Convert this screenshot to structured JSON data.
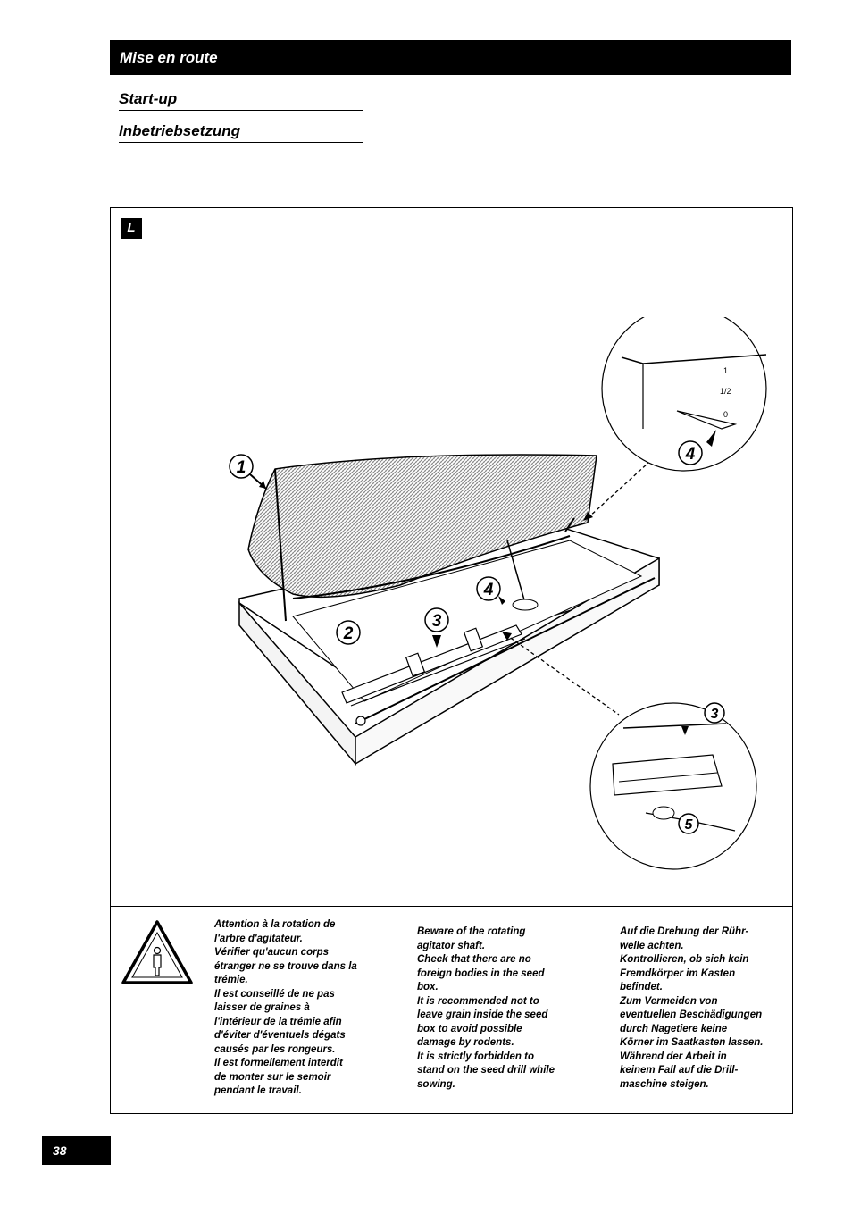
{
  "header": {
    "title": "Mise en route",
    "subtitle_en": "Start-up",
    "subtitle_de": "Inbetriebsetzung"
  },
  "section": {
    "tag": "L"
  },
  "figure": {
    "callouts": [
      "1",
      "2",
      "3",
      "4",
      "4",
      "3",
      "5"
    ],
    "scale_labels": [
      "1",
      "1/2",
      "0"
    ]
  },
  "warning": {
    "fr": [
      "Attention à la rotation de",
      "l'arbre d'agitateur.",
      "Vérifier qu'aucun corps",
      "étranger ne se trouve dans la",
      "trémie.",
      "Il est conseillé de ne pas",
      "laisser de graines à",
      "l'intérieur de la trémie afin",
      "d'éviter d'éventuels dégats",
      "causés par les rongeurs.",
      "Il est formellement interdit",
      "de monter sur le semoir",
      "pendant le travail."
    ],
    "en": [
      "Beware of the rotating",
      "agitator shaft.",
      "Check that there are no",
      "foreign bodies in the seed",
      "box.",
      "It is recommended not to",
      "leave grain inside the seed",
      "box to avoid possible",
      "damage by rodents.",
      "It is strictly forbidden to",
      "stand on the seed drill while",
      "sowing."
    ],
    "de": [
      "Auf die Drehung der Rühr-",
      "welle achten.",
      "Kontrollieren, ob sich kein",
      "Fremdkörper im Kasten",
      "befindet.",
      "Zum Vermeiden von",
      "eventuellen Beschädigungen",
      "durch Nagetiere keine",
      "Körner im Saatkasten lassen.",
      "Während der Arbeit in",
      "keinem Fall auf die Drill-",
      "maschine steigen."
    ]
  },
  "footer": {
    "page_number": "38"
  }
}
